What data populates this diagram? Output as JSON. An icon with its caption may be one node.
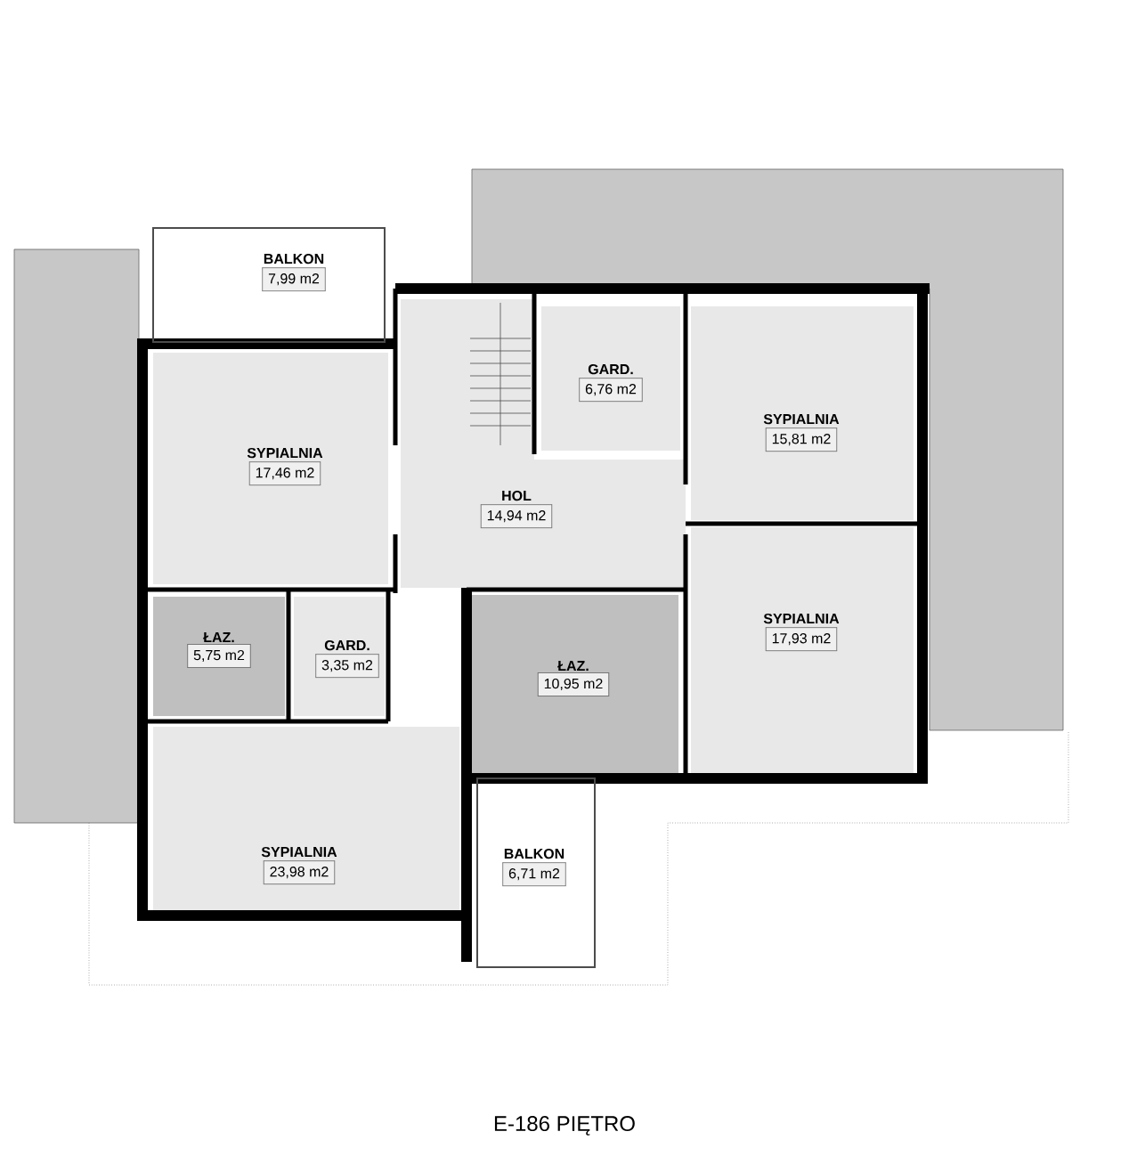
{
  "diagram": {
    "caption": "E-186 PIĘTRO",
    "nodes": [
      {
        "text": [
          "BALKON",
          "7,99 m2"
        ]
      },
      {
        "text": [
          "SYPIALNIA",
          "17,46 m2"
        ]
      },
      {
        "text": [
          "HOL",
          "14,94 m2"
        ]
      },
      {
        "text": [
          "GARD.",
          "6,76 m2"
        ]
      },
      {
        "text": [
          "SYPIALNIA",
          "15,81 m2"
        ]
      },
      {
        "text": [
          "SYPIALNIA",
          "17,93 m2"
        ]
      },
      {
        "text": [
          "ŁAZ.",
          "5,75 m2"
        ]
      },
      {
        "text": [
          "GARD.",
          "3,35 m2"
        ]
      },
      {
        "text": [
          "ŁAZ.",
          "10,95 m2"
        ]
      },
      {
        "text": [
          "SYPIALNIA",
          "23,98 m2"
        ]
      },
      {
        "text": [
          "BALKON",
          "6,71 m2"
        ]
      }
    ]
  }
}
